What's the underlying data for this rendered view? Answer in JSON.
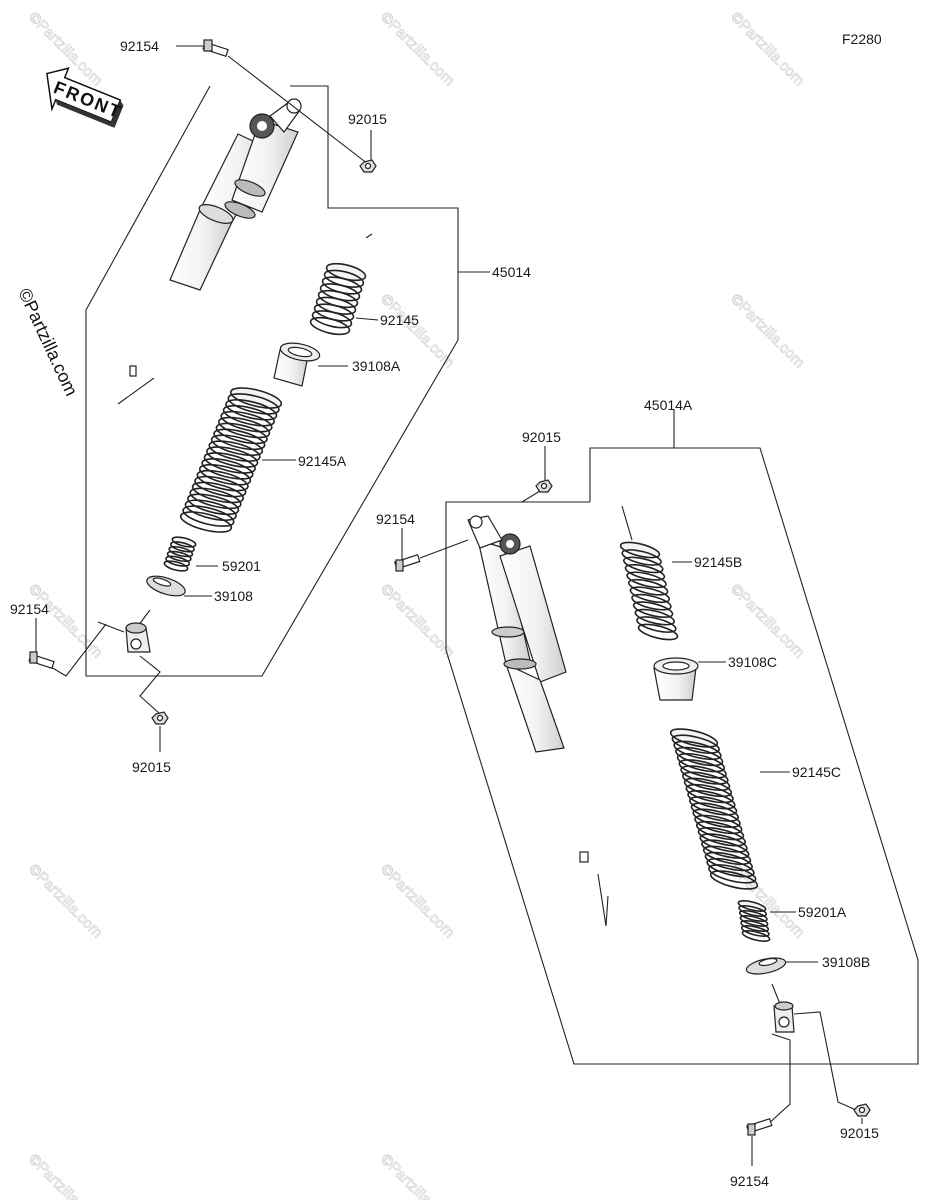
{
  "figure_code": "F2280",
  "front_label": "FRONT",
  "watermark": "©Partzilla.com",
  "left_assembly": {
    "assembly_label": "45014",
    "labels": {
      "bolt_top": "92154",
      "nut_top": "92015",
      "spring_small": "92145",
      "spring_seat": "39108A",
      "spring_large": "92145A",
      "bump_stop": "59201",
      "retainer": "39108",
      "bolt_bottom": "92154",
      "nut_bottom": "92015"
    }
  },
  "right_assembly": {
    "assembly_label": "45014A",
    "labels": {
      "nut_top": "92015",
      "bolt_top": "92154",
      "spring_small": "92145B",
      "spring_seat": "39108C",
      "spring_large": "92145C",
      "bump_stop": "59201A",
      "retainer": "39108B",
      "nut_bottom": "92015",
      "bolt_bottom": "92154"
    }
  },
  "colors": {
    "line": "#222222",
    "part_fill": "#ffffff",
    "part_shade": "#e6e6e6",
    "watermark": "#d8d8d8"
  }
}
